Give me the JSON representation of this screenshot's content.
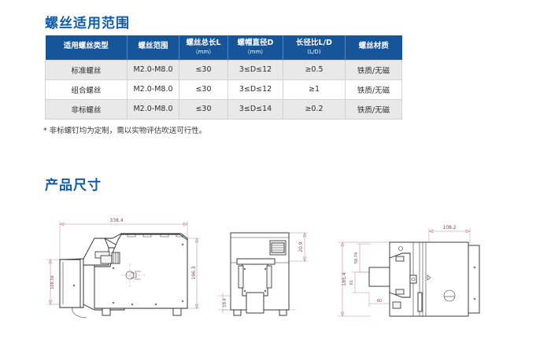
{
  "theme": {
    "accent_blue": "#115ca8",
    "table_header_bg": "#17559b",
    "row_alt_bg": "#e9e9e9",
    "dim_color": "#7b4b55"
  },
  "sections": {
    "screw_range": {
      "title": "螺丝适用范围",
      "footnote": "* 非标螺钉均为定制，需以实物评估吹送可行性。"
    },
    "product_size": {
      "title": "产品尺寸"
    }
  },
  "table": {
    "headers": [
      {
        "label": "适用螺丝类型",
        "unit": ""
      },
      {
        "label": "螺丝范围",
        "unit": ""
      },
      {
        "label": "螺丝总长L",
        "unit": "（mm）"
      },
      {
        "label": "螺帽直径D",
        "unit": "（mm）"
      },
      {
        "label": "长径比L/D",
        "unit": "(L/D)"
      },
      {
        "label": "螺丝材质",
        "unit": ""
      }
    ],
    "rows": [
      {
        "type": "标准螺丝",
        "range": "M2.0-M8.0",
        "length": "≤30",
        "head_dia": "3≤D≤12",
        "ld_ratio": "≥0.5",
        "material": "铁质/无磁"
      },
      {
        "type": "组合螺丝",
        "range": "M2.0-M8.0",
        "length": "≤30",
        "head_dia": "3≤D≤12",
        "ld_ratio": "≥1",
        "material": "铁质/无磁"
      },
      {
        "type": "非标螺丝",
        "range": "M2.0-M8.0",
        "length": "≤30",
        "head_dia": "3≤D≤14",
        "ld_ratio": "≥0.2",
        "material": "铁质/无磁"
      }
    ]
  },
  "drawings": {
    "side_view": {
      "name": "side-view",
      "dimensions": {
        "width_top": "338.4",
        "height_left": "108.56",
        "height_right": "196.3"
      }
    },
    "front_view": {
      "name": "front-view",
      "dimensions": {
        "height_right": "20.9",
        "height_left_small": "19.4"
      }
    },
    "top_view": {
      "name": "top-view",
      "dimensions": {
        "width_top": "108.2",
        "height_left": "185.4",
        "offset_a": "58.74",
        "offset_b": "61",
        "offset_c": "60"
      }
    }
  }
}
